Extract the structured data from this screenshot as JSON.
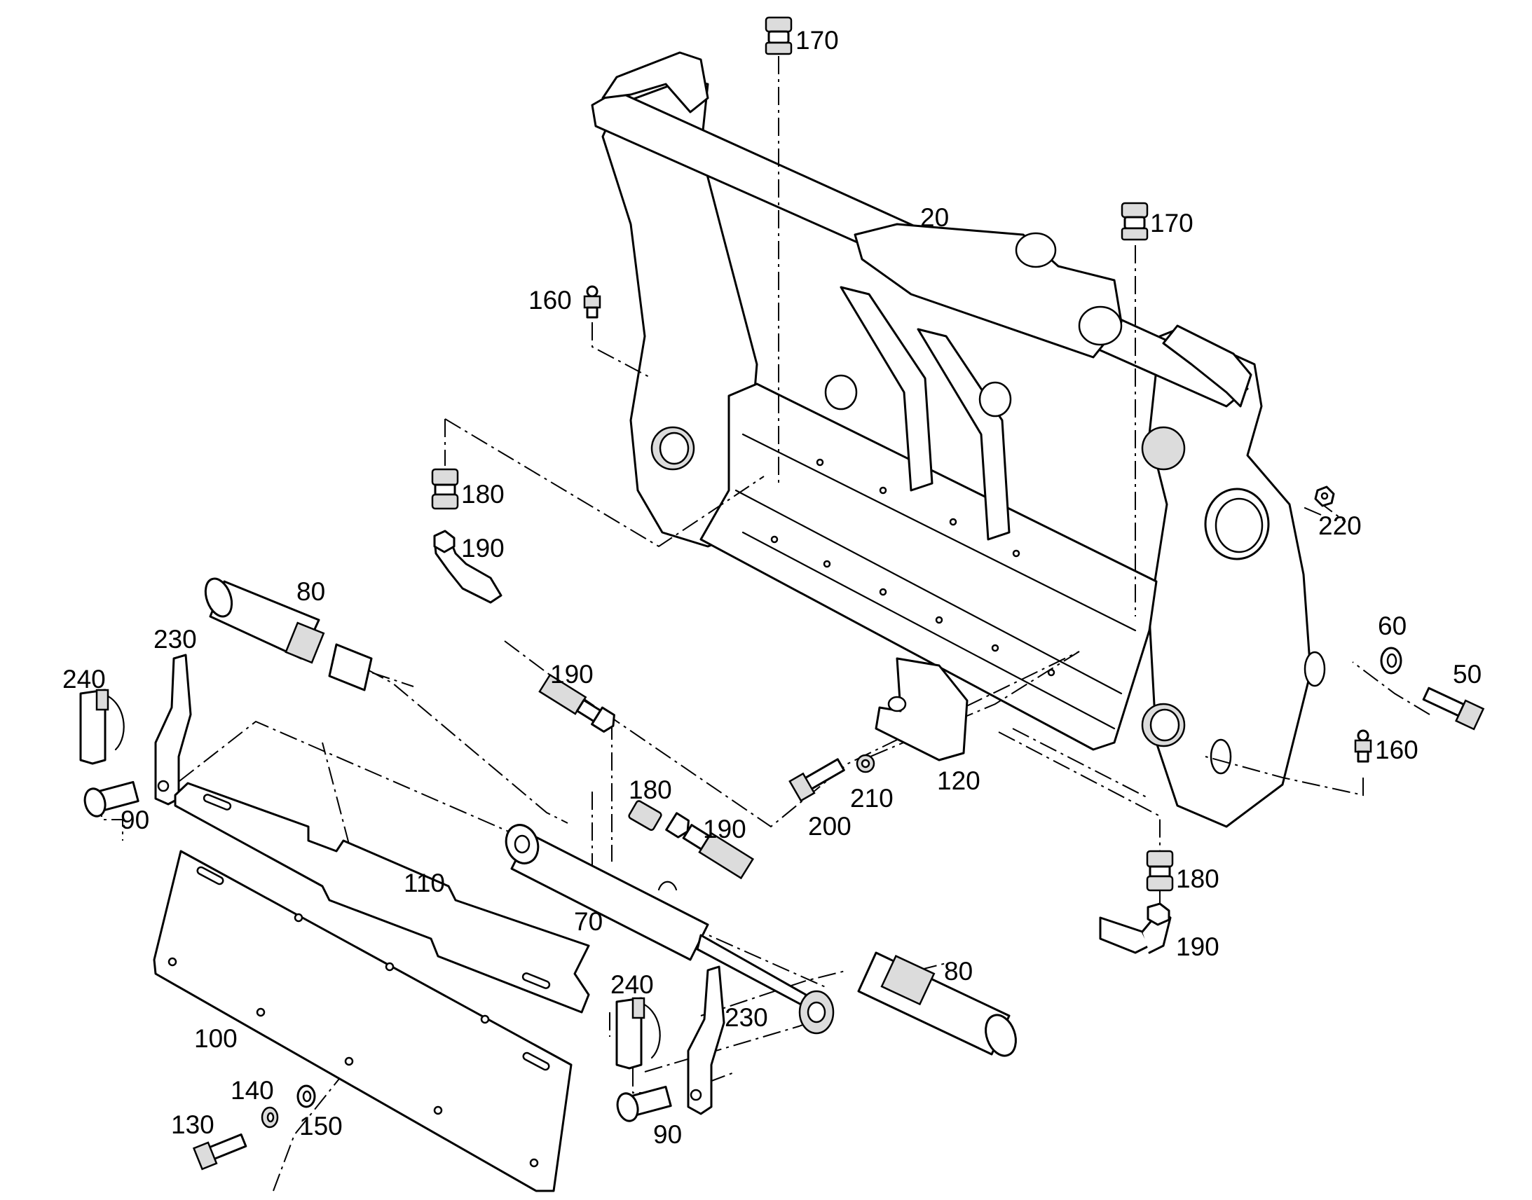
{
  "diagram": {
    "labels": [
      "170",
      "170",
      "20",
      "160",
      "180",
      "190",
      "80",
      "230",
      "240",
      "190",
      "90",
      "110",
      "180",
      "190",
      "70",
      "200",
      "210",
      "120",
      "220",
      "60",
      "50",
      "160",
      "180",
      "190",
      "240",
      "80",
      "230",
      "100",
      "140",
      "150",
      "130",
      "90"
    ]
  }
}
